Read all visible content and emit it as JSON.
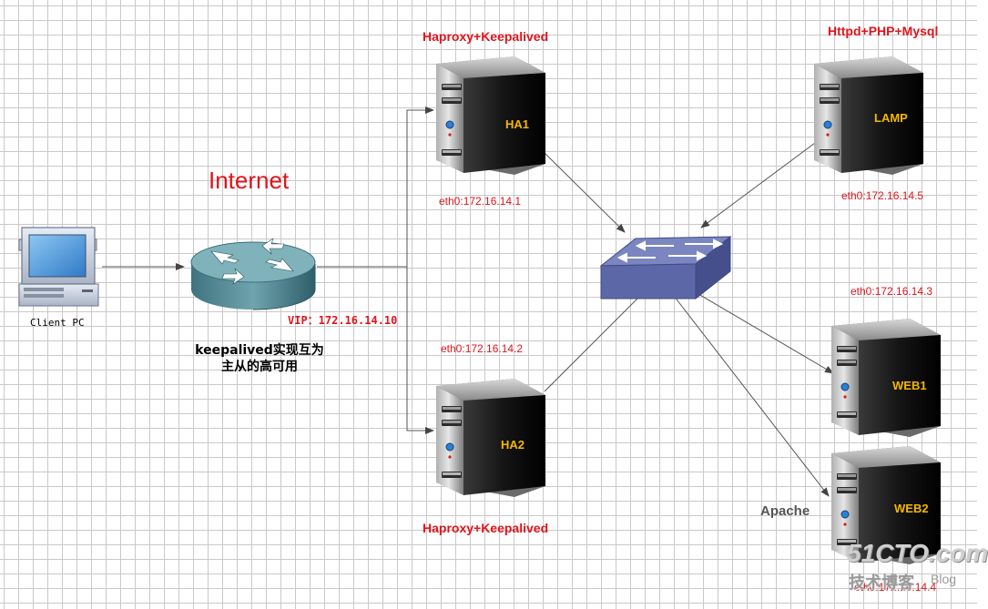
{
  "labels": {
    "internet": "Internet",
    "client_pc": "Client PC",
    "vip": "VIP：172.16.14.10",
    "keepalived_note_line1": "keepalived实现互为",
    "keepalived_note_line2": "主从的高可用",
    "ha1_role": "Haproxy+Keepalived",
    "ha2_role": "Haproxy+Keepalived",
    "lamp_role": "Httpd+PHP+Mysql",
    "apache": "Apache"
  },
  "servers": {
    "ha1": {
      "name": "HA1",
      "ip": "eth0:172.16.14.1"
    },
    "ha2": {
      "name": "HA2",
      "ip": "eth0:172.16.14.2"
    },
    "lamp": {
      "name": "LAMP",
      "ip": "eth0:172.16.14.5"
    },
    "web1": {
      "name": "WEB1",
      "ip": "eth0:172.16.14.3"
    },
    "web2": {
      "name": "WEB2",
      "ip": "eth0:172.16.14.4"
    }
  },
  "watermark": {
    "brand": "51CTO.com",
    "sub": "技术博客",
    "blog": "Blog"
  },
  "colors": {
    "label_red": "#e0141c",
    "server_name_yellow": "#f5b700",
    "switch_blue": "#5c67a8",
    "router_teal": "#4f8a96",
    "connector": "#555555"
  }
}
